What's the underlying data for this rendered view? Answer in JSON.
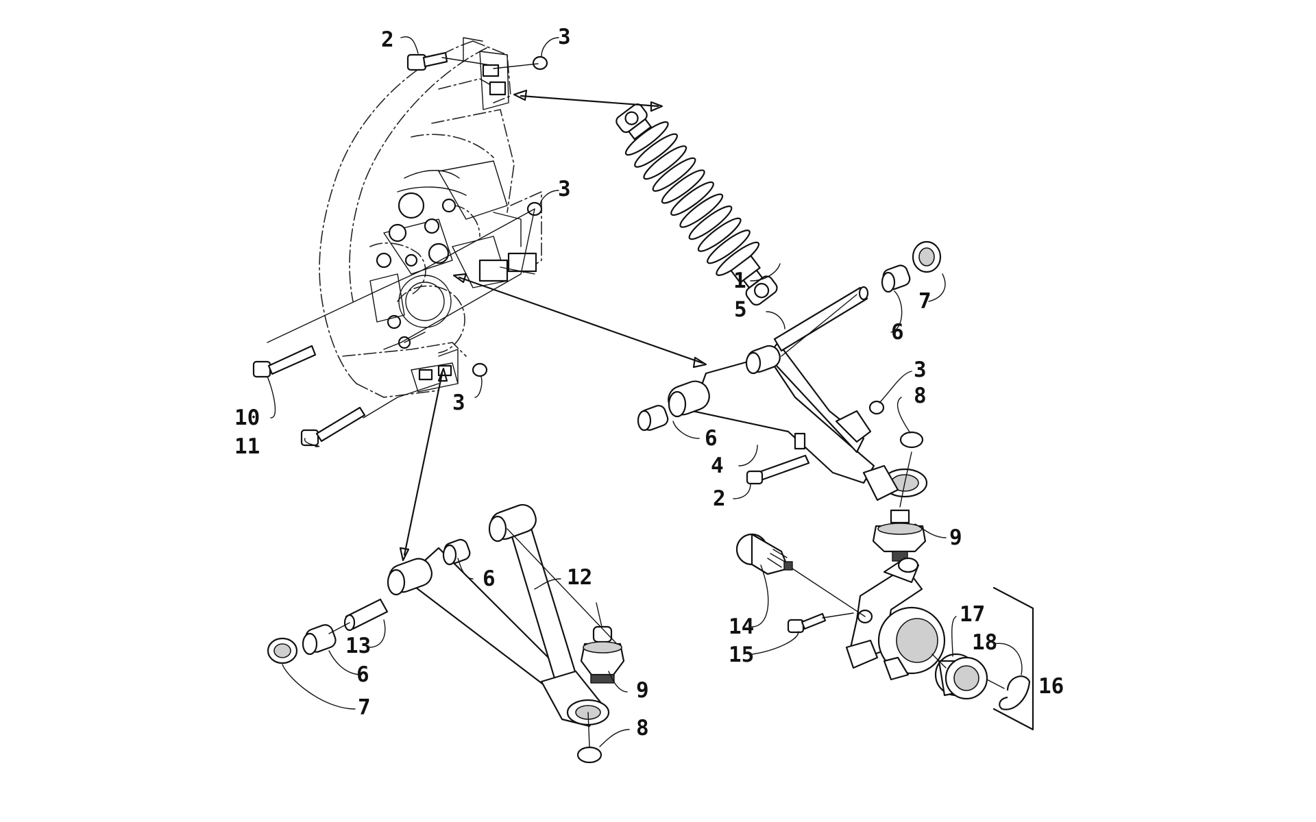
{
  "callouts": [
    {
      "id": "c1",
      "text": "1"
    },
    {
      "id": "c2a",
      "text": "2"
    },
    {
      "id": "c2b",
      "text": "2"
    },
    {
      "id": "c3a",
      "text": "3"
    },
    {
      "id": "c3b",
      "text": "3"
    },
    {
      "id": "c3c",
      "text": "3"
    },
    {
      "id": "c3d",
      "text": "3"
    },
    {
      "id": "c4",
      "text": "4"
    },
    {
      "id": "c5",
      "text": "5"
    },
    {
      "id": "c6a",
      "text": "6"
    },
    {
      "id": "c6b",
      "text": "6"
    },
    {
      "id": "c6c",
      "text": "6"
    },
    {
      "id": "c6d",
      "text": "6"
    },
    {
      "id": "c7a",
      "text": "7"
    },
    {
      "id": "c7b",
      "text": "7"
    },
    {
      "id": "c8a",
      "text": "8"
    },
    {
      "id": "c8b",
      "text": "8"
    },
    {
      "id": "c9a",
      "text": "9"
    },
    {
      "id": "c9b",
      "text": "9"
    },
    {
      "id": "c10",
      "text": "10"
    },
    {
      "id": "c11",
      "text": "11"
    },
    {
      "id": "c12",
      "text": "12"
    },
    {
      "id": "c13",
      "text": "13"
    },
    {
      "id": "c14",
      "text": "14"
    },
    {
      "id": "c15",
      "text": "15"
    },
    {
      "id": "c16",
      "text": "16"
    },
    {
      "id": "c17",
      "text": "17"
    },
    {
      "id": "c18",
      "text": "18"
    }
  ]
}
